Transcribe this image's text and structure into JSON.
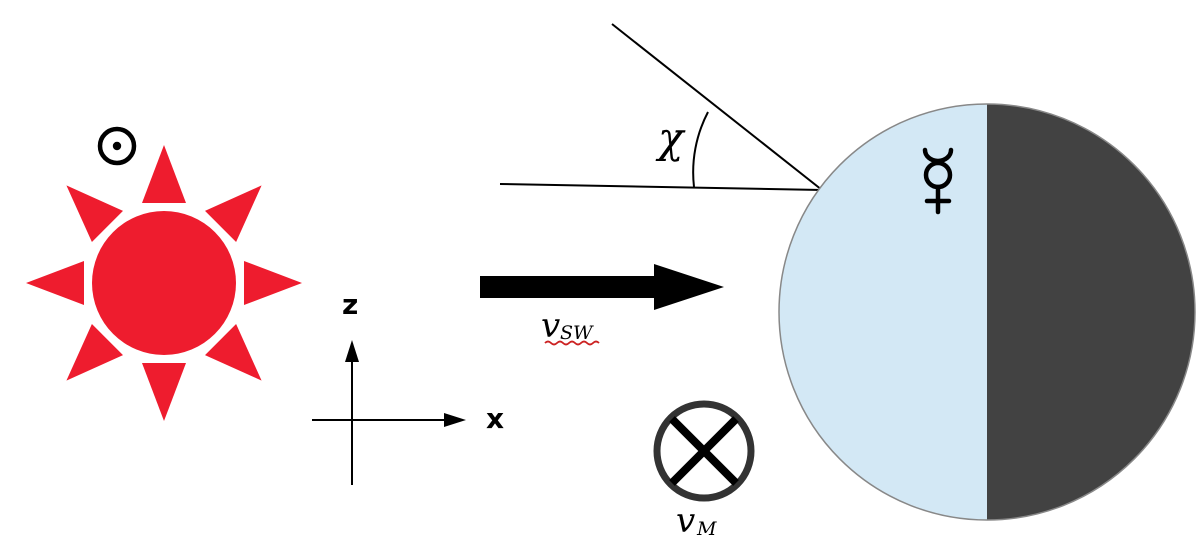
{
  "symbols": {
    "sun": "⊙",
    "mercury": "☿"
  },
  "labels": {
    "angle": "χ",
    "axis_z": "z",
    "axis_x": "x",
    "v_sw_main": "v",
    "v_sw_sub": "SW",
    "v_m_main": "v",
    "v_m_sub": "M"
  },
  "colors": {
    "sun": "#ee1c2e",
    "dayside": "#d3e8f5",
    "nightside": "#424242",
    "ink": "#000000",
    "spellcheck": "#cc2222"
  },
  "icons": {
    "sun": "sun-icon",
    "into_page": "into-page-circle-cross-icon",
    "mercury": "mercury-symbol-icon"
  }
}
